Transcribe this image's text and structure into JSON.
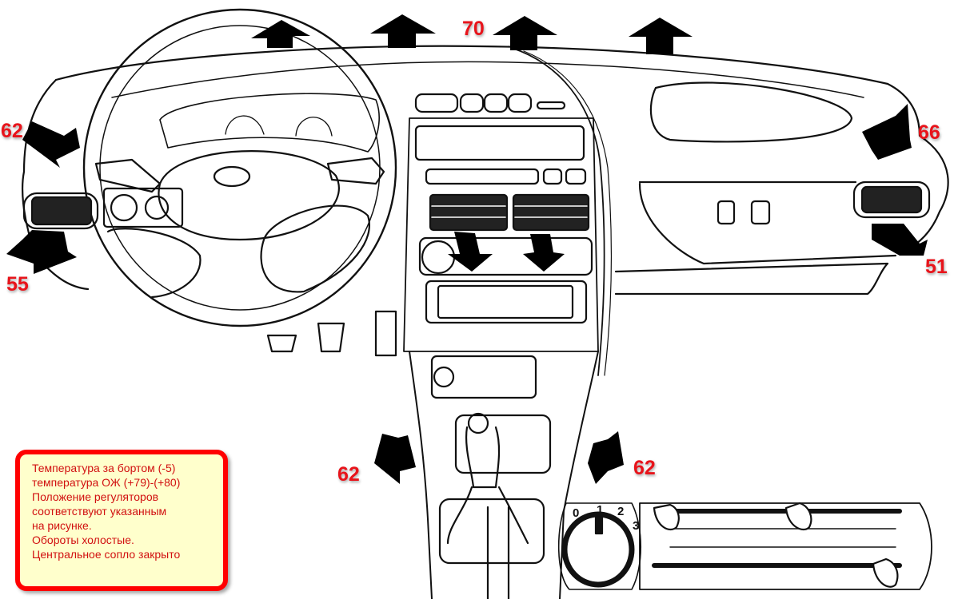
{
  "figure": {
    "subject": "Car dashboard line drawing with ventilation airflow temperature measurements",
    "accent_color": "#e8141b",
    "arrow_color": "#000000"
  },
  "measurements": [
    {
      "id": "windshield-center",
      "label": "70",
      "arrow_direction": "up"
    },
    {
      "id": "left-side-window",
      "label": "62",
      "arrow_direction": "left"
    },
    {
      "id": "left-vent-down",
      "label": "55",
      "arrow_direction": "down-left"
    },
    {
      "id": "right-side-window",
      "label": "66",
      "arrow_direction": "right"
    },
    {
      "id": "right-vent-down",
      "label": "51",
      "arrow_direction": "down-right"
    },
    {
      "id": "left-footwell",
      "label": "62",
      "arrow_direction": "down-left"
    },
    {
      "id": "right-footwell",
      "label": "62",
      "arrow_direction": "down-right"
    }
  ],
  "note": {
    "lines": [
      "Температура за бортом (-5)",
      "температура ОЖ (+79)-(+80)",
      "Положение регуляторов",
      "соответствуют указанным",
      "на рисунке.",
      "Обороты холостые.",
      "Центральное сопло закрыто"
    ],
    "border_color": "#ff0000",
    "background_color": "#ffffcc",
    "text_color": "#d11010"
  },
  "fan_dial": {
    "positions": [
      "0",
      "1",
      "2",
      "3"
    ],
    "selected": "1"
  },
  "climate_sliders": [
    {
      "name": "air-distribution",
      "position": 0.0
    },
    {
      "name": "temperature",
      "position": 0.5
    },
    {
      "name": "recirculation",
      "position": 1.0
    }
  ]
}
